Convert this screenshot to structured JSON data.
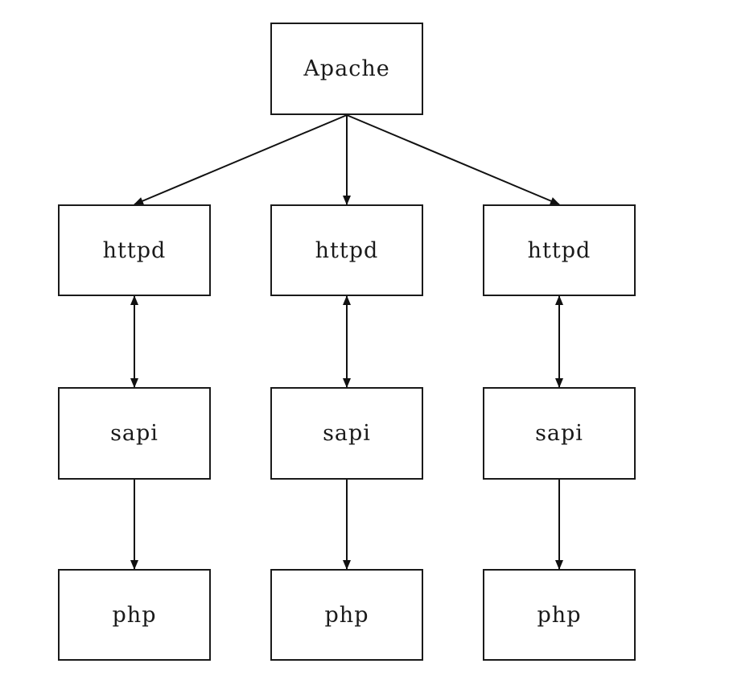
{
  "diagram": {
    "root": {
      "label": "Apache"
    },
    "columns": [
      {
        "httpd": "httpd",
        "sapi": "sapi",
        "php": "php"
      },
      {
        "httpd": "httpd",
        "sapi": "sapi",
        "php": "php"
      },
      {
        "httpd": "httpd",
        "sapi": "sapi",
        "php": "php"
      }
    ],
    "edges": [
      {
        "from": "Apache",
        "to": "httpd (1)",
        "kind": "one-way"
      },
      {
        "from": "Apache",
        "to": "httpd (2)",
        "kind": "one-way"
      },
      {
        "from": "Apache",
        "to": "httpd (3)",
        "kind": "one-way"
      },
      {
        "from": "httpd (1)",
        "to": "sapi (1)",
        "kind": "two-way"
      },
      {
        "from": "httpd (2)",
        "to": "sapi (2)",
        "kind": "two-way"
      },
      {
        "from": "httpd (3)",
        "to": "sapi (3)",
        "kind": "two-way"
      },
      {
        "from": "sapi (1)",
        "to": "php (1)",
        "kind": "one-way"
      },
      {
        "from": "sapi (2)",
        "to": "php (2)",
        "kind": "one-way"
      },
      {
        "from": "sapi (3)",
        "to": "php (3)",
        "kind": "one-way"
      }
    ],
    "colors": {
      "stroke": "#111111",
      "background": "#ffffff"
    }
  }
}
